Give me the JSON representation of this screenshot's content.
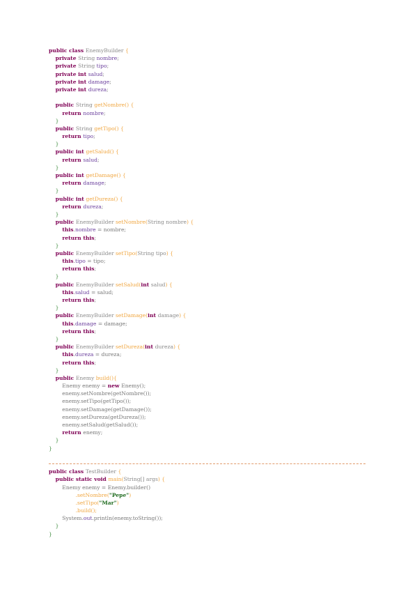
{
  "document": {
    "lines": [
      [
        [
          "kw",
          "public class "
        ],
        [
          "typ",
          "EnemyBuilder "
        ],
        [
          "mth",
          "{"
        ]
      ],
      [
        [
          "pln",
          "    "
        ],
        [
          "kw",
          "private "
        ],
        [
          "typ",
          "String "
        ],
        [
          "fld",
          "nombre"
        ],
        [
          "pln",
          ";"
        ]
      ],
      [
        [
          "pln",
          "    "
        ],
        [
          "kw",
          "private "
        ],
        [
          "typ",
          "String "
        ],
        [
          "fld",
          "tipo"
        ],
        [
          "pln",
          ";"
        ]
      ],
      [
        [
          "pln",
          "    "
        ],
        [
          "kw",
          "private int "
        ],
        [
          "fld",
          "salud"
        ],
        [
          "pln",
          ";"
        ]
      ],
      [
        [
          "pln",
          "    "
        ],
        [
          "kw",
          "private int "
        ],
        [
          "fld",
          "damage"
        ],
        [
          "pln",
          ";"
        ]
      ],
      [
        [
          "pln",
          "    "
        ],
        [
          "kw",
          "private int "
        ],
        [
          "fld",
          "dureza"
        ],
        [
          "pln",
          ";"
        ]
      ],
      [],
      [
        [
          "pln",
          "    "
        ],
        [
          "kw",
          "public "
        ],
        [
          "typ",
          "String "
        ],
        [
          "mth",
          "getNombre() {"
        ]
      ],
      [
        [
          "pln",
          "        "
        ],
        [
          "kw",
          "return "
        ],
        [
          "fld",
          "nombre"
        ],
        [
          "pln",
          ";"
        ]
      ],
      [
        [
          "pln",
          "    "
        ],
        [
          "brc",
          "}"
        ]
      ],
      [
        [
          "pln",
          "    "
        ],
        [
          "kw",
          "public "
        ],
        [
          "typ",
          "String "
        ],
        [
          "mth",
          "getTipo() {"
        ]
      ],
      [
        [
          "pln",
          "        "
        ],
        [
          "kw",
          "return "
        ],
        [
          "fld",
          "tipo"
        ],
        [
          "pln",
          ";"
        ]
      ],
      [
        [
          "pln",
          "    "
        ],
        [
          "brc",
          "}"
        ]
      ],
      [
        [
          "pln",
          "    "
        ],
        [
          "kw",
          "public int "
        ],
        [
          "mth",
          "getSalud() {"
        ]
      ],
      [
        [
          "pln",
          "        "
        ],
        [
          "kw",
          "return "
        ],
        [
          "fld",
          "salud"
        ],
        [
          "pln",
          ";"
        ]
      ],
      [
        [
          "pln",
          "    "
        ],
        [
          "brc",
          "}"
        ]
      ],
      [
        [
          "pln",
          "    "
        ],
        [
          "kw",
          "public int "
        ],
        [
          "mth",
          "getDamage() {"
        ]
      ],
      [
        [
          "pln",
          "        "
        ],
        [
          "kw",
          "return "
        ],
        [
          "fld",
          "damage"
        ],
        [
          "pln",
          ";"
        ]
      ],
      [
        [
          "pln",
          "    "
        ],
        [
          "brc",
          "}"
        ]
      ],
      [
        [
          "pln",
          "    "
        ],
        [
          "kw",
          "public int "
        ],
        [
          "mth",
          "getDureza() {"
        ]
      ],
      [
        [
          "pln",
          "        "
        ],
        [
          "kw",
          "return "
        ],
        [
          "fld",
          "dureza"
        ],
        [
          "pln",
          ";"
        ]
      ],
      [
        [
          "pln",
          "    "
        ],
        [
          "brc",
          "}"
        ]
      ],
      [
        [
          "pln",
          "    "
        ],
        [
          "kw",
          "public "
        ],
        [
          "typ",
          "EnemyBuilder "
        ],
        [
          "mth",
          "setNombre("
        ],
        [
          "typ",
          "String nombre"
        ],
        [
          "mth",
          ") {"
        ]
      ],
      [
        [
          "pln",
          "        "
        ],
        [
          "kw",
          "this"
        ],
        [
          "pln",
          "."
        ],
        [
          "fld",
          "nombre"
        ],
        [
          "pln",
          " = nombre;"
        ]
      ],
      [
        [
          "pln",
          "        "
        ],
        [
          "kw",
          "return this"
        ],
        [
          "pln",
          ";"
        ]
      ],
      [
        [
          "pln",
          "    "
        ],
        [
          "brc",
          "}"
        ]
      ],
      [
        [
          "pln",
          "    "
        ],
        [
          "kw",
          "public "
        ],
        [
          "typ",
          "EnemyBuilder "
        ],
        [
          "mth",
          "setTipo("
        ],
        [
          "typ",
          "String tipo"
        ],
        [
          "mth",
          ") {"
        ]
      ],
      [
        [
          "pln",
          "        "
        ],
        [
          "kw",
          "this"
        ],
        [
          "pln",
          "."
        ],
        [
          "fld",
          "tipo"
        ],
        [
          "pln",
          " = tipo;"
        ]
      ],
      [
        [
          "pln",
          "        "
        ],
        [
          "kw",
          "return this"
        ],
        [
          "pln",
          ";"
        ]
      ],
      [
        [
          "pln",
          "    "
        ],
        [
          "brc",
          "}"
        ]
      ],
      [
        [
          "pln",
          "    "
        ],
        [
          "kw",
          "public "
        ],
        [
          "typ",
          "EnemyBuilder "
        ],
        [
          "mth",
          "setSalud("
        ],
        [
          "kw",
          "int "
        ],
        [
          "typ",
          "salud"
        ],
        [
          "mth",
          ") {"
        ]
      ],
      [
        [
          "pln",
          "        "
        ],
        [
          "kw",
          "this"
        ],
        [
          "pln",
          "."
        ],
        [
          "fld",
          "salud"
        ],
        [
          "pln",
          " = salud;"
        ]
      ],
      [
        [
          "pln",
          "        "
        ],
        [
          "kw",
          "return this"
        ],
        [
          "pln",
          ";"
        ]
      ],
      [
        [
          "pln",
          "    "
        ],
        [
          "brc",
          "}"
        ]
      ],
      [
        [
          "pln",
          "    "
        ],
        [
          "kw",
          "public "
        ],
        [
          "typ",
          "EnemyBuilder "
        ],
        [
          "mth",
          "setDamage("
        ],
        [
          "kw",
          "int "
        ],
        [
          "typ",
          "damage"
        ],
        [
          "mth",
          ") {"
        ]
      ],
      [
        [
          "pln",
          "        "
        ],
        [
          "kw",
          "this"
        ],
        [
          "pln",
          "."
        ],
        [
          "fld",
          "damage"
        ],
        [
          "pln",
          " = damage;"
        ]
      ],
      [
        [
          "pln",
          "        "
        ],
        [
          "kw",
          "return this"
        ],
        [
          "pln",
          ";"
        ]
      ],
      [
        [
          "pln",
          "    "
        ],
        [
          "brc",
          "}"
        ]
      ],
      [
        [
          "pln",
          "    "
        ],
        [
          "kw",
          "public "
        ],
        [
          "typ",
          "EnemyBuilder "
        ],
        [
          "mth",
          "setDureza("
        ],
        [
          "kw",
          "int "
        ],
        [
          "typ",
          "dureza"
        ],
        [
          "mth",
          ") {"
        ]
      ],
      [
        [
          "pln",
          "        "
        ],
        [
          "kw",
          "this"
        ],
        [
          "pln",
          "."
        ],
        [
          "fld",
          "dureza"
        ],
        [
          "pln",
          " = dureza;"
        ]
      ],
      [
        [
          "pln",
          "        "
        ],
        [
          "kw",
          "return this"
        ],
        [
          "pln",
          ";"
        ]
      ],
      [
        [
          "pln",
          "    "
        ],
        [
          "brc",
          "}"
        ]
      ],
      [
        [
          "pln",
          "    "
        ],
        [
          "kw",
          "public "
        ],
        [
          "typ",
          "Enemy "
        ],
        [
          "mth",
          "build(){"
        ]
      ],
      [
        [
          "pln",
          "        Enemy enemy = "
        ],
        [
          "kw",
          "new "
        ],
        [
          "pln",
          "Enemy();"
        ]
      ],
      [
        [
          "pln",
          "        enemy.setNombre(getNombre());"
        ]
      ],
      [
        [
          "pln",
          "        enemy.setTipo(getTipo());"
        ]
      ],
      [
        [
          "pln",
          "        enemy.setDamage(getDamage());"
        ]
      ],
      [
        [
          "pln",
          "        enemy.setDureza(getDureza());"
        ]
      ],
      [
        [
          "pln",
          "        enemy.setSalud(getSalud());"
        ]
      ],
      [
        [
          "pln",
          "        "
        ],
        [
          "kw",
          "return "
        ],
        [
          "pln",
          "enemy;"
        ]
      ],
      [
        [
          "pln",
          "    "
        ],
        [
          "brc",
          "}"
        ]
      ],
      [
        [
          "brc",
          "}"
        ]
      ],
      [],
      "separator",
      [
        [
          "kw",
          "public class "
        ],
        [
          "typ",
          "TestBuilder "
        ],
        [
          "mth",
          "{"
        ]
      ],
      [
        [
          "pln",
          "    "
        ],
        [
          "kw",
          "public static void "
        ],
        [
          "mth",
          "main("
        ],
        [
          "typ",
          "String[] args"
        ],
        [
          "mth",
          ") {"
        ]
      ],
      [
        [
          "pln",
          "        Enemy enemy = Enemy.builder()"
        ]
      ],
      [
        [
          "pln",
          "                "
        ],
        [
          "mth",
          ".setNombre("
        ],
        [
          "str",
          "\"Pepe\""
        ],
        [
          "mth",
          ")"
        ]
      ],
      [
        [
          "pln",
          "                "
        ],
        [
          "mth",
          ".setTipo("
        ],
        [
          "str",
          "\"Mar\""
        ],
        [
          "mth",
          ")"
        ]
      ],
      [
        [
          "pln",
          "                "
        ],
        [
          "mth",
          ".build();"
        ]
      ],
      [
        [
          "pln",
          "        System."
        ],
        [
          "fld",
          "out"
        ],
        [
          "pln",
          ".println(enemy.toString());"
        ]
      ],
      [
        [
          "pln",
          "    "
        ],
        [
          "brc",
          "}"
        ]
      ],
      [
        [
          "brc",
          "}"
        ]
      ]
    ]
  },
  "colors": {
    "keyword": "#7f0055",
    "field": "#6a3e9c",
    "method": "#f0a640",
    "type": "#8a8a8a",
    "string": "#1f6b1f",
    "brace": "#3c8a3c",
    "separator": "#e09a6a"
  }
}
